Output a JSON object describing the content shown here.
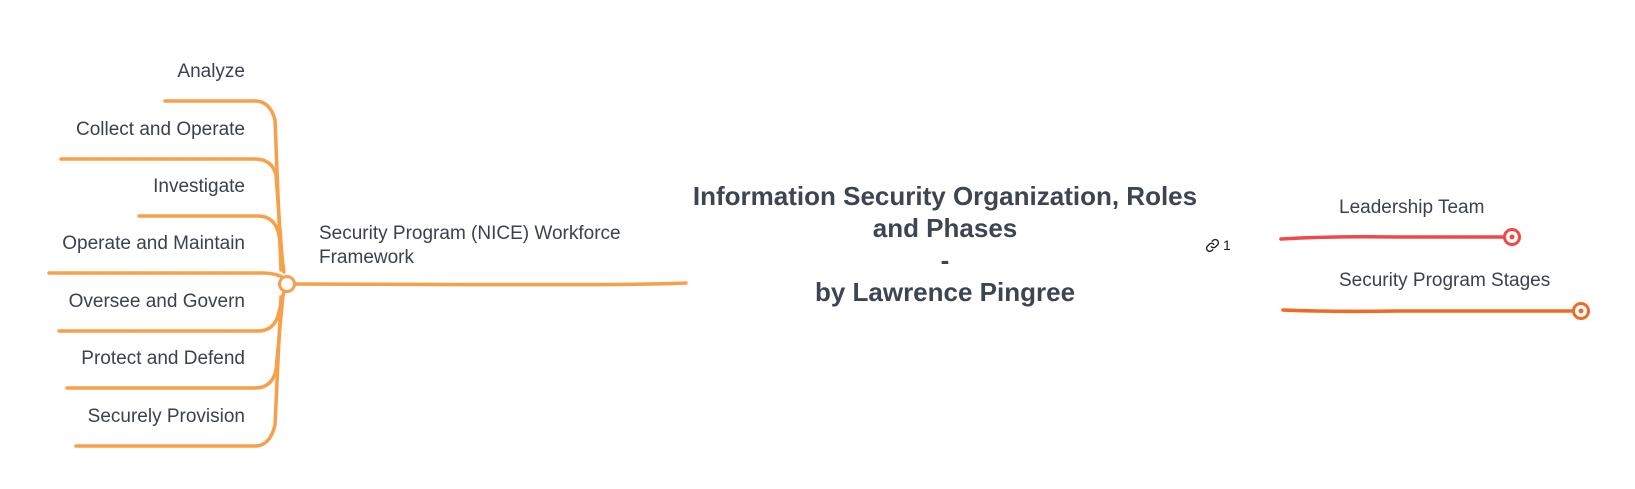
{
  "central_topic": {
    "line1": "Information Security Organization, Roles",
    "line2": "and Phases",
    "line3": "-",
    "line4": "by Lawrence Pingree"
  },
  "link_badge": {
    "icon": "link-icon",
    "count": "1"
  },
  "main_branch": {
    "label": "Security Program (NICE) Workforce Framework",
    "color": "#f7a04b"
  },
  "left_subtopics": [
    "Analyze",
    "Collect and Operate",
    "Investigate",
    "Operate and Maintain",
    "Oversee and Govern",
    "Protect and Defend",
    "Securely Provision"
  ],
  "right_topics": [
    {
      "label": "Leadership Team",
      "color": "#f04848"
    },
    {
      "label": "Security Program Stages",
      "color": "#f06a22"
    }
  ]
}
